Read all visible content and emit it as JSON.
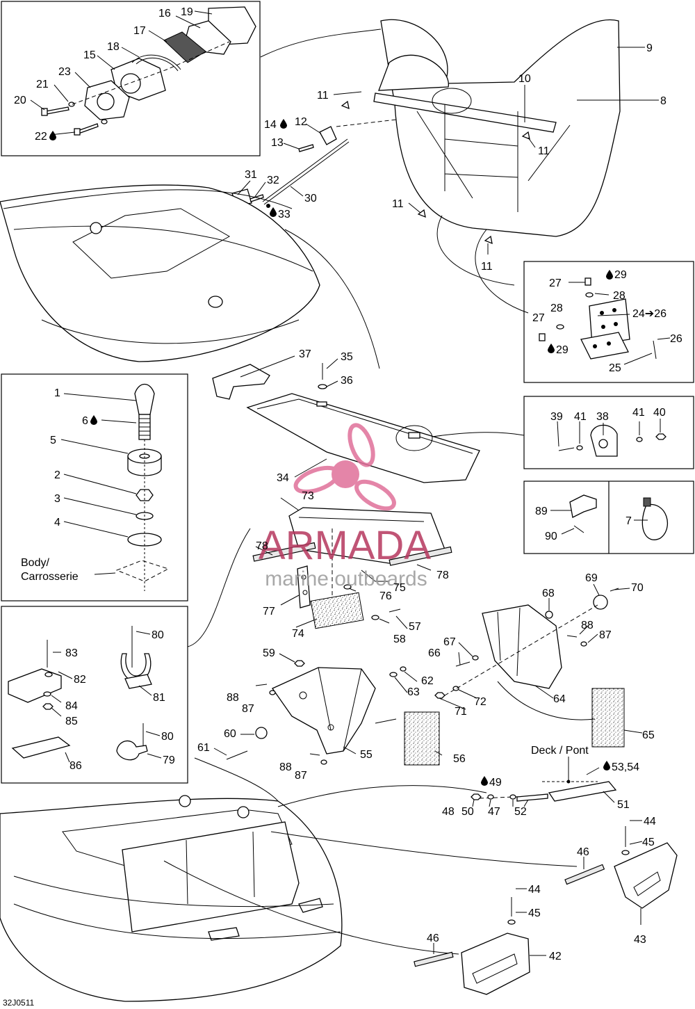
{
  "diagram_code": "32J0511",
  "watermark": {
    "brand": "ARMADA",
    "tagline": "marine outboards",
    "color": "#e0709a"
  },
  "body_label_line1": "Body/",
  "body_label_line2": "Carrosserie",
  "deck_label": "Deck / Pont",
  "adhesive_icon": "drop-icon",
  "callouts": {
    "c1": "1",
    "c2": "2",
    "c3": "3",
    "c4": "4",
    "c5": "5",
    "c6": "6",
    "c7": "7",
    "c8": "8",
    "c9": "9",
    "c10": "10",
    "c11a": "11",
    "c11b": "11",
    "c11c": "11",
    "c11d": "11",
    "c12": "12",
    "c13": "13",
    "c14": "14",
    "c15": "15",
    "c16": "16",
    "c17": "17",
    "c18": "18",
    "c19": "19",
    "c20": "20",
    "c21": "21",
    "c22": "22",
    "c23": "23",
    "c24": "24",
    "c24_arrow": "➔",
    "c24_to": "26",
    "c25": "25",
    "c26": "26",
    "c27a": "27",
    "c27b": "27",
    "c28a": "28",
    "c28b": "28",
    "c29a": "29",
    "c29b": "29",
    "c30": "30",
    "c31": "31",
    "c32": "32",
    "c33": "33",
    "c34": "34",
    "c35": "35",
    "c36": "36",
    "c37": "37",
    "c38": "38",
    "c39": "39",
    "c40": "40",
    "c41a": "41",
    "c41b": "41",
    "c42": "42",
    "c43": "43",
    "c44a": "44",
    "c44b": "44",
    "c45a": "45",
    "c45b": "45",
    "c46a": "46",
    "c46b": "46",
    "c47": "47",
    "c48": "48",
    "c49": "49",
    "c50": "50",
    "c51": "51",
    "c52": "52",
    "c5354": "53,54",
    "c55": "55",
    "c56": "56",
    "c57": "57",
    "c58": "58",
    "c59": "59",
    "c60": "60",
    "c61": "61",
    "c62": "62",
    "c63": "63",
    "c64": "64",
    "c65": "65",
    "c66": "66",
    "c67": "67",
    "c68": "68",
    "c69": "69",
    "c70": "70",
    "c71": "71",
    "c72": "72",
    "c73": "73",
    "c74": "74",
    "c75": "75",
    "c76": "76",
    "c77": "77",
    "c78a": "78",
    "c78b": "78",
    "c79": "79",
    "c80a": "80",
    "c80b": "80",
    "c81": "81",
    "c82": "82",
    "c83": "83",
    "c84": "84",
    "c85": "85",
    "c86": "86",
    "c87a": "87",
    "c87b": "87",
    "c87c": "87",
    "c88a": "88",
    "c88b": "88",
    "c88c": "88",
    "c89": "89",
    "c90": "90"
  }
}
